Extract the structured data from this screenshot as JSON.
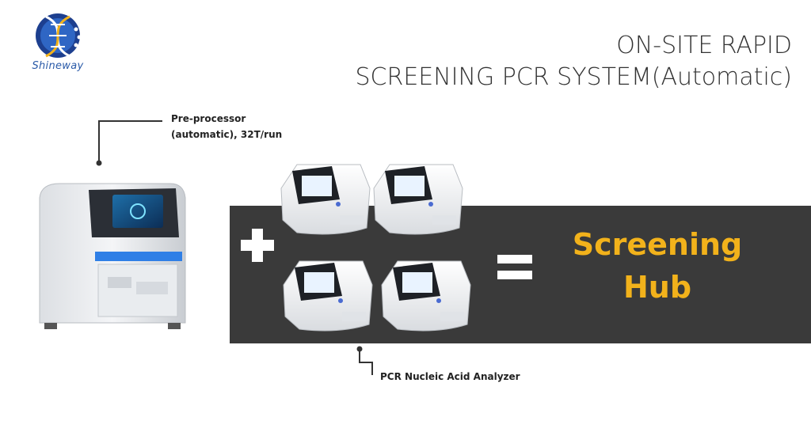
{
  "brand": {
    "name": "Shineway"
  },
  "header": {
    "title_line1": "ON-SITE RAPID",
    "title_line2": "SCREENING PCR SYSTEM(Automatic)"
  },
  "callouts": {
    "preprocessor": {
      "line1": "Pre-processor",
      "line2": "(automatic), 32T/run"
    },
    "analyzer": {
      "label": "PCR Nucleic Acid Analyzer"
    }
  },
  "result": {
    "line1": "Screening",
    "line2": "Hub"
  },
  "colors": {
    "band": "#3a3a3a",
    "accent": "#f2b21b",
    "brand": "#2a5aa8",
    "title": "#333333"
  }
}
